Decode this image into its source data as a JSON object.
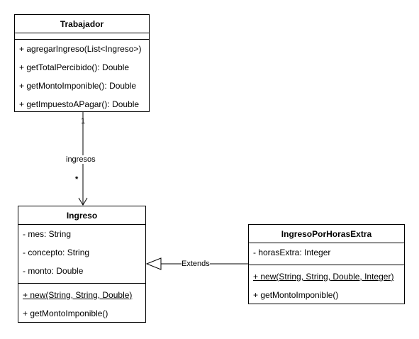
{
  "classes": {
    "trabajador": {
      "name": "Trabajador",
      "methods": [
        "+ agregarIngreso(List<Ingreso>)",
        "+ getTotalPercibido(): Double",
        "+ getMontoImponible(): Double",
        "+ getImpuestoAPagar(): Double"
      ]
    },
    "ingreso": {
      "name": "Ingreso",
      "attributes": [
        "- mes: String",
        "- concepto: String",
        "- monto: Double"
      ],
      "methods": [
        "+ new(String, String, Double)",
        "+ getMontoImponible()"
      ]
    },
    "ingresoPorHorasExtra": {
      "name": "IngresoPorHorasExtra",
      "attributes": [
        "- horasExtra: Integer"
      ],
      "methods": [
        "+ new(String, String, Double, Integer)",
        "+ getMontoImponible()"
      ]
    }
  },
  "relations": {
    "association": {
      "label": "ingresos",
      "source_multiplicity": "1",
      "target_multiplicity": "*"
    },
    "generalization": {
      "label": "Extends"
    }
  }
}
